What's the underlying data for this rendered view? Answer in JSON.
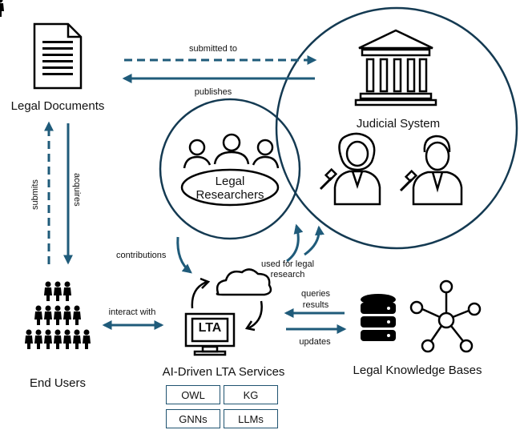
{
  "nodes": {
    "legal_documents": "Legal Documents",
    "judicial_system": "Judicial System",
    "legal_researchers_line1": "Legal",
    "legal_researchers_line2": "Researchers",
    "end_users": "End Users",
    "services": "AI-Driven LTA Services",
    "lta_screen_text": "LTA",
    "knowledge_bases": "Legal Knowledge Bases"
  },
  "edges": {
    "submitted_to": "submitted to",
    "publishes": "publishes",
    "submits": "submits",
    "acquires": "acquires",
    "contributions": "contributions",
    "used_for_line1": "used for legal",
    "used_for_line2": "research",
    "interact_with": "interact with",
    "queries_line1": "queries",
    "queries_line2": "results",
    "updates": "updates"
  },
  "technologies": [
    "OWL",
    "KG",
    "GNNs",
    "LLMs"
  ],
  "colors": {
    "arrow": "#1f5b7a",
    "circle_stroke": "#143a52",
    "icon_fill": "#000000"
  }
}
